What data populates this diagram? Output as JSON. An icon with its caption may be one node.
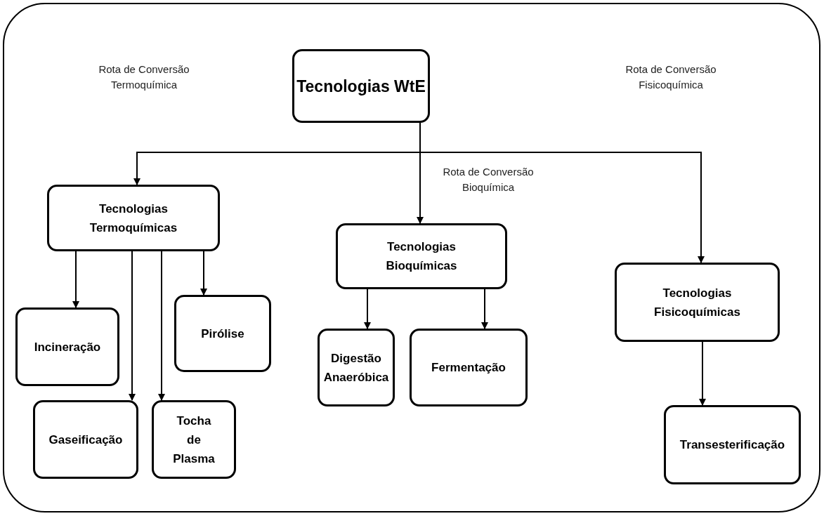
{
  "diagram": {
    "nodes": [
      {
        "text": [
          "Tecnologias WtE"
        ]
      },
      {
        "text": [
          "Tecnologias Termoquímicas"
        ]
      },
      {
        "text": [
          "Tecnologias Bioquímicas"
        ]
      },
      {
        "text": [
          "Tecnologias Fisicoquímicas"
        ]
      },
      {
        "text": [
          "Incineração"
        ]
      },
      {
        "text": [
          "Pirólise"
        ]
      },
      {
        "text": [
          "Gaseificação"
        ]
      },
      {
        "text": [
          "Tocha de Plasma"
        ]
      },
      {
        "text": [
          "Digestão Anaeróbica"
        ]
      },
      {
        "text": [
          "Fermentação"
        ]
      },
      {
        "text": [
          "Transesterificação"
        ]
      }
    ],
    "edges": [
      {
        "from": 0,
        "to": 1,
        "arrow": "to"
      },
      {
        "from": 0,
        "to": 2,
        "arrow": "to"
      },
      {
        "from": 0,
        "to": 3,
        "arrow": "to"
      },
      {
        "from": 1,
        "to": 4,
        "arrow": "to"
      },
      {
        "from": 1,
        "to": 6,
        "arrow": "to"
      },
      {
        "from": 1,
        "to": 7,
        "arrow": "to"
      },
      {
        "from": 1,
        "to": 5,
        "arrow": "to"
      },
      {
        "from": 2,
        "to": 8,
        "arrow": "to"
      },
      {
        "from": 2,
        "to": 9,
        "arrow": "to"
      },
      {
        "from": 3,
        "to": 10,
        "arrow": "to"
      }
    ],
    "labels": [
      "Rota de Conversão Termoquímica",
      "Rota de Conversão Fisicoquímica",
      "Rota de Conversão Bioquímica"
    ]
  }
}
